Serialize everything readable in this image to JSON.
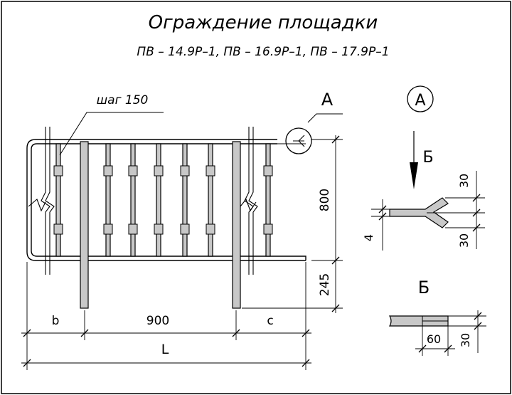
{
  "title": "Ограждение площадки",
  "subtitle": "ПВ – 14.9Р–1, ПВ – 16.9Р–1, ПВ – 17.9Р–1",
  "leader_pitch": "шаг  150",
  "callout_a_letter": "А",
  "detail_a_label": "А",
  "view_b_arrow_label": "Б",
  "view_b_title": "Б",
  "dim_height": "800",
  "dim_bottom": "245",
  "dim_b": "b",
  "dim_span": "900",
  "dim_c": "c",
  "dim_length": "L",
  "detail_dim_30_top": "30",
  "detail_dim_30_bottom": "30",
  "detail_dim_4": "4",
  "view_b_dim_60": "60",
  "view_b_dim_30": "30"
}
